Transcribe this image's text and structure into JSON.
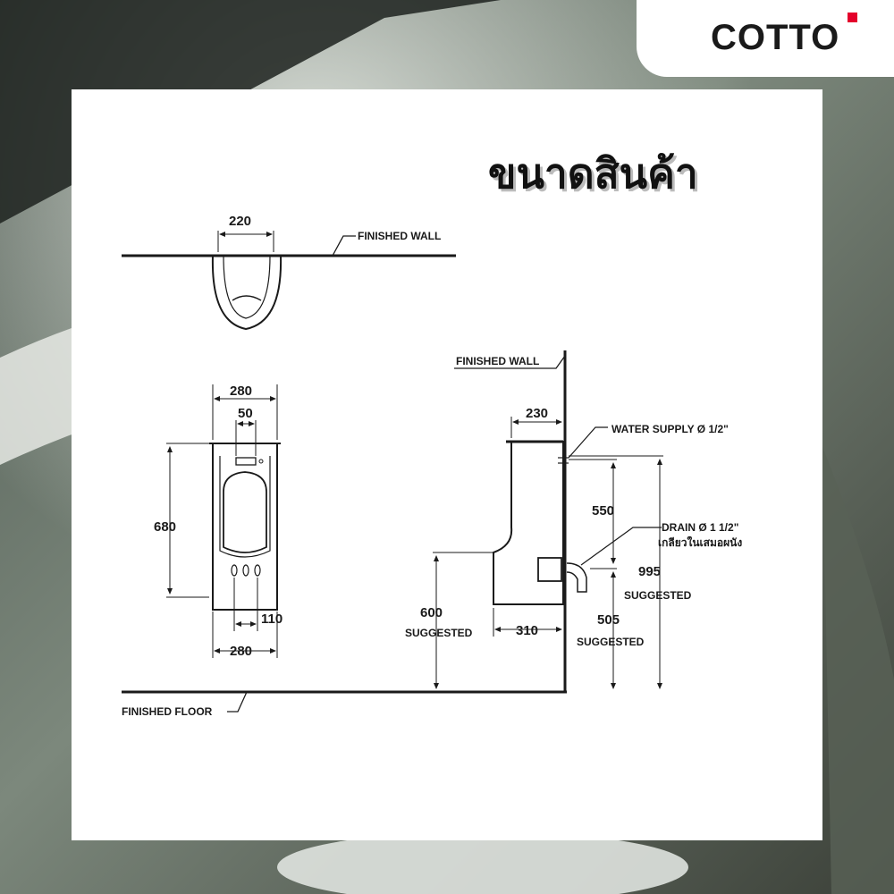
{
  "brand": {
    "name": "COTTO",
    "dot_color": "#e4002b"
  },
  "heading": "ขนาดสินค้า",
  "diagram": {
    "top_view": {
      "width": "220",
      "wall_label": "FINISHED WALL"
    },
    "front_view": {
      "top_width": "280",
      "inlet_width": "50",
      "height": "680",
      "base_offset": "110",
      "bottom_width": "280"
    },
    "side_view": {
      "wall_label": "FINISHED WALL",
      "depth_top": "230",
      "water_supply": "WATER SUPPLY Ø 1/2\"",
      "drain_height": "550",
      "drain": "DRAIN Ø 1 1/2\"",
      "drain_note": "เกลียวในเสมอผนัง",
      "mount_height": "600",
      "mount_suggested": "SUGGESTED",
      "depth_bottom": "310",
      "supply_height": "995",
      "supply_suggested": "SUGGESTED",
      "drain_floor_height": "505",
      "drain_floor_suggested": "SUGGESTED"
    },
    "floor_label": "FINISHED FLOOR"
  }
}
